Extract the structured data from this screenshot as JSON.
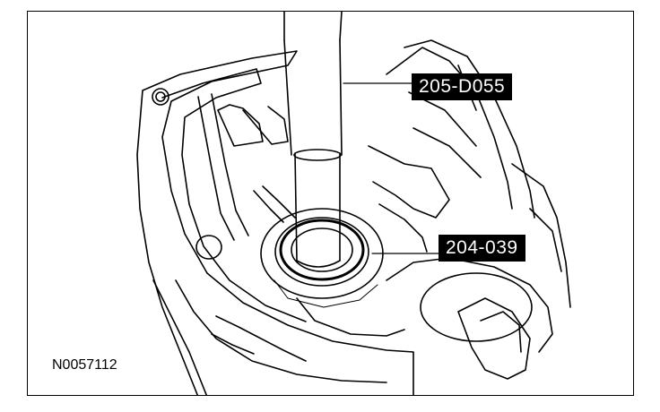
{
  "diagram": {
    "callouts": [
      {
        "id": "tool-upper",
        "label": "205-D055"
      },
      {
        "id": "tool-lower",
        "label": "204-039"
      }
    ],
    "figure_id": "N0057112",
    "colors": {
      "ink": "#000000",
      "paper": "#ffffff",
      "label_bg": "#000000",
      "label_text": "#ffffff"
    }
  }
}
